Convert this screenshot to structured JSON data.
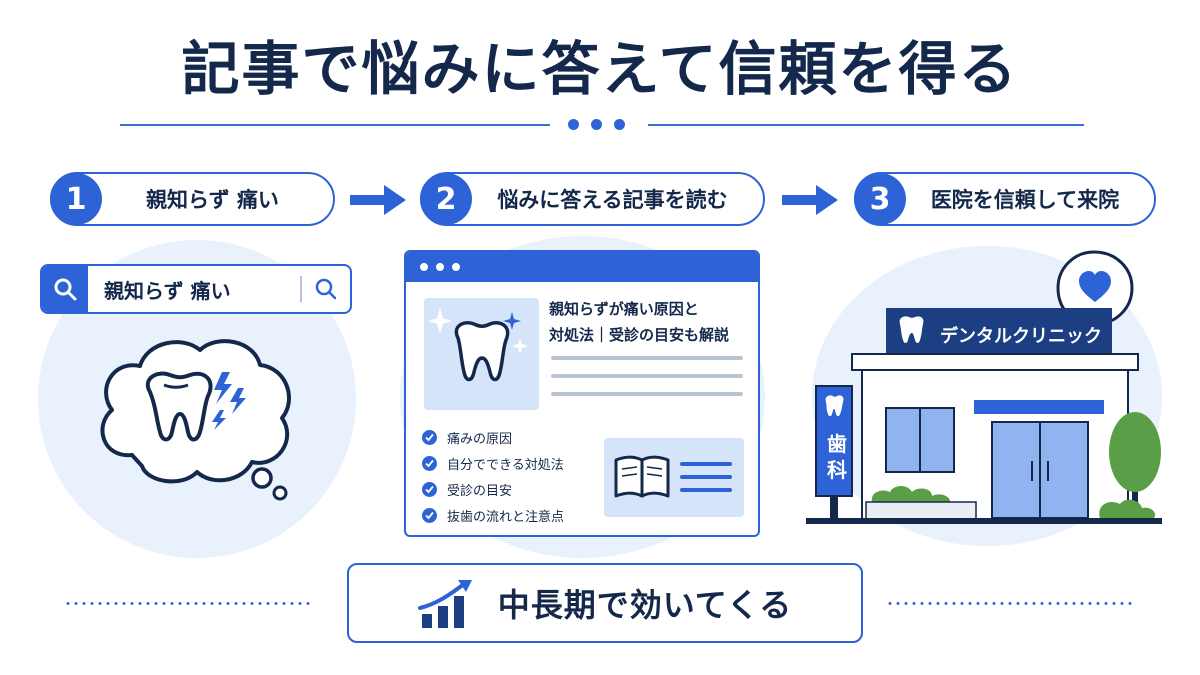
{
  "title": "記事で悩みに答えて信頼を得る",
  "steps": [
    {
      "number": "1",
      "label": "親知らず 痛い"
    },
    {
      "number": "2",
      "label": "悩みに答える記事を読む"
    },
    {
      "number": "3",
      "label": "医院を信頼して来院"
    }
  ],
  "search": {
    "query": "親知らず 痛い"
  },
  "article": {
    "title_line1": "親知らずが痛い原因と",
    "title_line2": "対処法｜受診の目安も解説",
    "checklist": [
      "痛みの原因",
      "自分でできる対処法",
      "受診の目安",
      "抜歯の流れと注意点"
    ]
  },
  "clinic": {
    "sign": "デンタルクリニック",
    "vertical_sign_line1": "歯",
    "vertical_sign_line2": "科"
  },
  "bottom": {
    "label": "中長期で効いてくる"
  },
  "colors": {
    "navy": "#14284b",
    "accent": "#2d63d6",
    "halo": "#e8f1fc",
    "panel": "#d6e4fa"
  }
}
